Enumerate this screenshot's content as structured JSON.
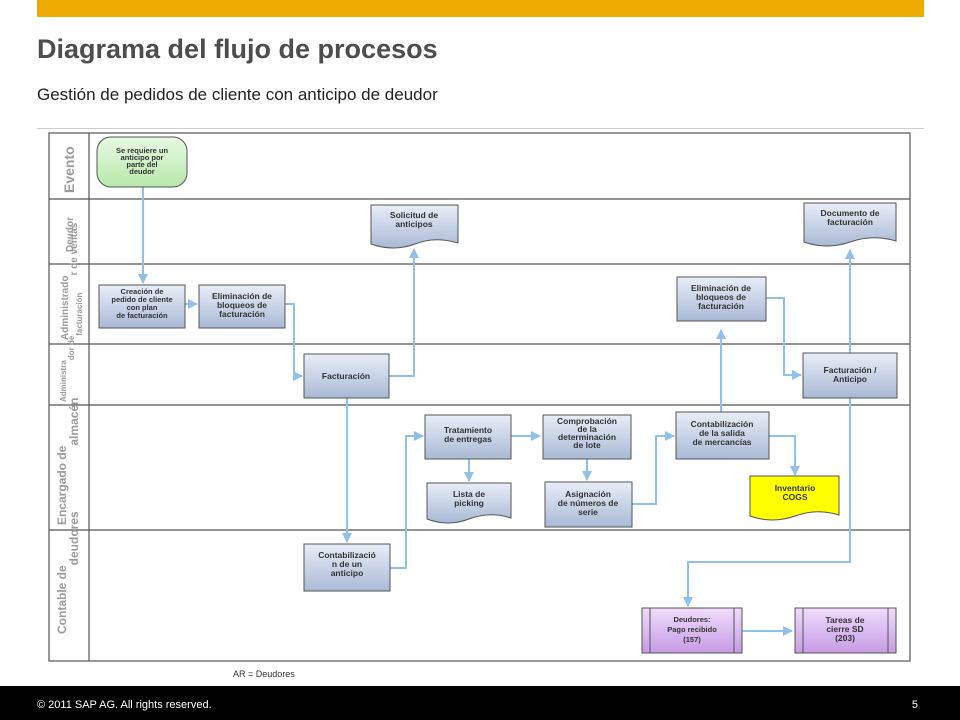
{
  "header": {
    "title": "Diagrama del flujo de procesos",
    "subtitle": "Gestión de pedidos de cliente con anticipo de deudor"
  },
  "lanes": [
    "Evento",
    "Deudor",
    "Administrado r de ventas",
    "Administra dor de facturación",
    "Encargado de almacén",
    "Contable de deudores"
  ],
  "nodes": {
    "evento": "Se requiere un anticipo por parte del deudor",
    "solicitud": "Solicitud de anticipos",
    "documento": "Documento de facturación",
    "creacion": "Creación de pedido de cliente con plan de facturación",
    "elim1": "Eliminación de bloqueos de facturación",
    "elim2": "Eliminación de bloqueos de facturación",
    "facturacion": "Facturación",
    "fact_anticipo": "Facturación / Anticipo",
    "tratamiento": "Tratamiento de entregas",
    "comprobacion": "Comprobación de la determinación de lote",
    "contab_salida": "Contabilización de la salida de mercancías",
    "lista": "Lista de picking",
    "asignacion": "Asignación de números de serie",
    "inventario": "Inventario COGS",
    "contab_anticipo": "Contabilizació n de un anticipo",
    "deudores_pago": "Deudores: Pago recibido (157)",
    "tareas": "Tareas de cierre SD (203)"
  },
  "colors": {
    "accent_bar": "#f0ab00",
    "event_fill": "#c8f0c0",
    "process_fill": "#c3cfe3",
    "inventory_fill": "#ffff00",
    "purple_fill": "#d9b3f2",
    "connector": "#8fc1ea"
  },
  "note": "AR = Deudores",
  "footer": {
    "copyright": "© 2011 SAP AG. All rights reserved.",
    "page_number": "5"
  }
}
